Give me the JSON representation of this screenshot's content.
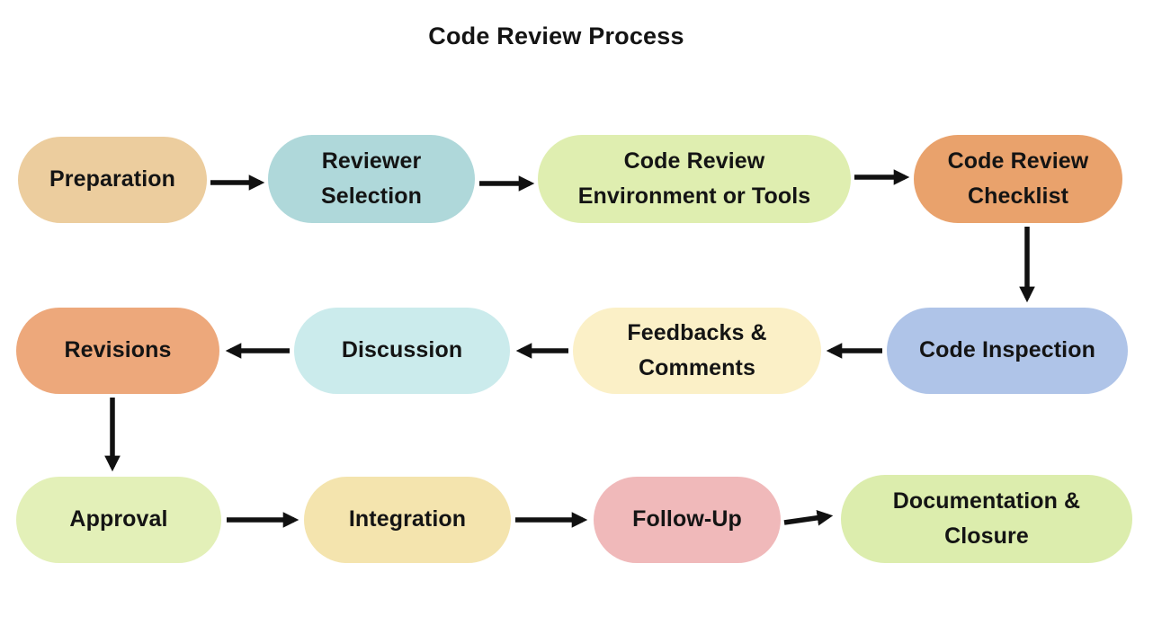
{
  "title": "Code Review Process",
  "colors": {
    "background": "#ffffff",
    "text": "#141414",
    "arrow": "#111111"
  },
  "diagram": {
    "nodes": [
      {
        "id": "preparation",
        "label": "Preparation",
        "color": "#ECCD9E"
      },
      {
        "id": "reviewer",
        "label": "Reviewer\nSelection",
        "color": "#AFD8DA"
      },
      {
        "id": "environment",
        "label": "Code Review\nEnvironment or Tools",
        "color": "#DFEEB0"
      },
      {
        "id": "checklist",
        "label": "Code Review\nChecklist",
        "color": "#E9A26C"
      },
      {
        "id": "inspection",
        "label": "Code Inspection",
        "color": "#AFC4E8"
      },
      {
        "id": "feedbacks",
        "label": "Feedbacks &\nComments",
        "color": "#FBF0C7"
      },
      {
        "id": "discussion",
        "label": "Discussion",
        "color": "#CBEBEC"
      },
      {
        "id": "revisions",
        "label": "Revisions",
        "color": "#EDA87B"
      },
      {
        "id": "approval",
        "label": "Approval",
        "color": "#E3F0B8"
      },
      {
        "id": "integration",
        "label": "Integration",
        "color": "#F4E4AE"
      },
      {
        "id": "followup",
        "label": "Follow-Up",
        "color": "#F0B9BA"
      },
      {
        "id": "documentation",
        "label": "Documentation &\nClosure",
        "color": "#DCEDAD"
      }
    ],
    "edges": [
      {
        "from": "preparation",
        "to": "reviewer"
      },
      {
        "from": "reviewer",
        "to": "environment"
      },
      {
        "from": "environment",
        "to": "checklist"
      },
      {
        "from": "checklist",
        "to": "inspection"
      },
      {
        "from": "inspection",
        "to": "feedbacks"
      },
      {
        "from": "feedbacks",
        "to": "discussion"
      },
      {
        "from": "discussion",
        "to": "revisions"
      },
      {
        "from": "revisions",
        "to": "approval"
      },
      {
        "from": "approval",
        "to": "integration"
      },
      {
        "from": "integration",
        "to": "followup"
      },
      {
        "from": "followup",
        "to": "documentation"
      }
    ]
  }
}
